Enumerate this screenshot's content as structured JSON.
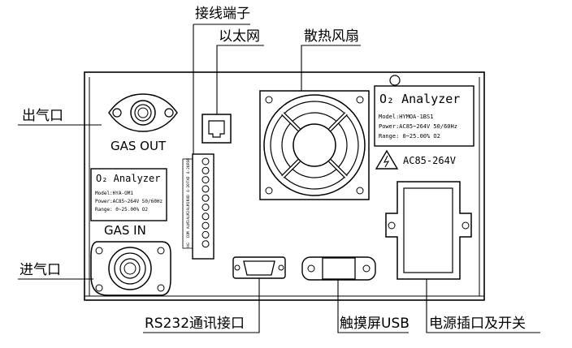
{
  "callouts": {
    "terminal": "接线端子",
    "ethernet": "以太网",
    "fan": "散热风扇",
    "gas_out": "出气口",
    "gas_in": "进气口",
    "rs232": "RS232通讯接口",
    "touch_usb": "触摸屏USB",
    "power": "电源插口及开关"
  },
  "port_labels": {
    "gas_out": "GAS OUT",
    "gas_in": "GAS IN"
  },
  "main_label": {
    "title": "O₂ Analyzer",
    "model": "Model:HYMOA-1BS1",
    "power": "Power:AC85~264V 50/60Hz",
    "range": "Range: 0~25.00% O2"
  },
  "small_label": {
    "title": "O₂ Analyzer",
    "model": "Model:HYA-OM1",
    "power": "Power:AC85~264V 50/60Hz",
    "range": "Range: 0~25.00% O2"
  },
  "voltage_warning": "AC85-264V",
  "terminal_block": {
    "tags": [
      "RS0",
      "4-20",
      "TXD",
      "4-20",
      "RXD",
      "ALM1",
      "ALM2",
      "ALM3",
      "COM",
      "HG"
    ]
  }
}
